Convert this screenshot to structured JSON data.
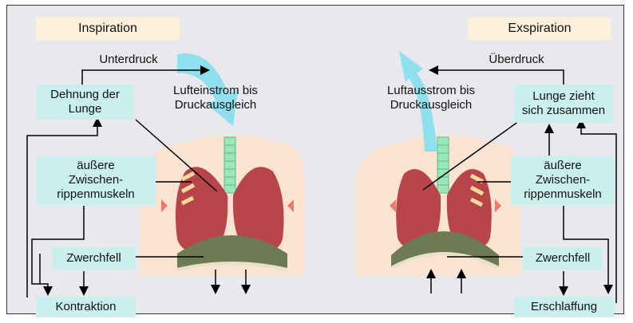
{
  "left": {
    "title": "Inspiration",
    "pressure": "Unterdruck",
    "airflow": [
      "Lufteinstrom bis",
      "Druckausgleich"
    ],
    "lung_box": [
      "Dehnung der",
      "Lunge"
    ],
    "muscle_box": [
      "äußere",
      "Zwischen-",
      "rippenmuskeln"
    ],
    "diaphragm_box": "Zwerchfell",
    "result_box": "Kontraktion"
  },
  "right": {
    "title": "Exspiration",
    "pressure": "Überdruck",
    "airflow": [
      "Luftausstrom bis",
      "Druckausgleich"
    ],
    "lung_box": [
      "Lunge zieht",
      "sich zusammen"
    ],
    "muscle_box": [
      "äußere",
      "Zwischen-",
      "rippenmuskeln"
    ],
    "diaphragm_box": "Zwerchfell",
    "result_box": "Erschlaffung"
  },
  "colors": {
    "background": "#e9e9ed",
    "title_bg": "#fdf1dc",
    "box_bg": "#c9f0ef",
    "air_arrow": "#8ee0ee",
    "lung": "#b8454a",
    "diaphragm": "#6e7a54",
    "trachea": "#9ae8b6",
    "body": "#fbe3d2"
  }
}
